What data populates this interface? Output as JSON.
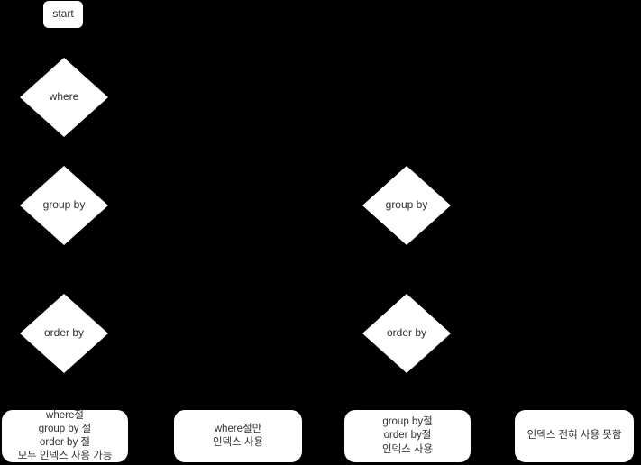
{
  "diagram": {
    "title": "SQL index usage decision flowchart",
    "background_color": "#000000",
    "node_fill_color": "#ffffff",
    "node_text_color": "#2f2f2f",
    "edge_color": "#000000"
  },
  "nodes": {
    "start": {
      "label": "start",
      "shape": "rounded-rect"
    },
    "where_left": {
      "label": "where",
      "shape": "diamond"
    },
    "group_by_left": {
      "label": "group by",
      "shape": "diamond"
    },
    "group_by_right": {
      "label": "group by",
      "shape": "diamond"
    },
    "order_by_left": {
      "label": "order by",
      "shape": "diamond"
    },
    "order_by_right": {
      "label": "order by",
      "shape": "diamond"
    }
  },
  "results": [
    {
      "id": "result-all-index",
      "label": "where절\ngroup by 절\norder by 절\n모두 인덱스 사용 가능"
    },
    {
      "id": "result-where-only",
      "label": "where절만\n인덱스 사용"
    },
    {
      "id": "result-groupby-orderby",
      "label": "group by절\norder by절\n인덱스 사용"
    },
    {
      "id": "result-no-index",
      "label": "인덱스 전혀 사용 못함"
    }
  ]
}
